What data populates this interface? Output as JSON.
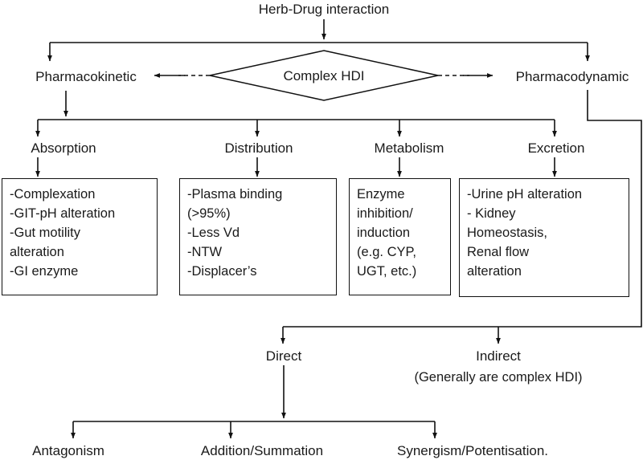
{
  "diagram": {
    "title": "Herb-Drug interaction",
    "decision": {
      "label": "Complex HDI"
    },
    "branches": {
      "left": "Pharmacokinetic",
      "right": "Pharmacodynamic"
    },
    "pk_categories": [
      {
        "label": "Absorption"
      },
      {
        "label": "Distribution"
      },
      {
        "label": "Metabolism"
      },
      {
        "label": "Excretion"
      }
    ],
    "pk_boxes": [
      {
        "name": "absorption-details",
        "text": "-Complexation\n-GIT-pH alteration\n-Gut motility\nalteration\n-GI enzyme"
      },
      {
        "name": "distribution-details",
        "text": "-Plasma binding\n(>95%)\n-Less Vd\n-NTW\n-Displacer’s"
      },
      {
        "name": "metabolism-details",
        "text": "Enzyme\ninhibition/\ninduction\n(e.g. CYP,\nUGT, etc.)"
      },
      {
        "name": "excretion-details",
        "text": "-Urine pH alteration\n- Kidney\n Homeostasis,\n  Renal flow\nalteration"
      }
    ],
    "pd_branches": {
      "direct": "Direct",
      "indirect": "Indirect",
      "indirect_note": "(Generally are complex HDI)"
    },
    "direct_outcomes": [
      {
        "label": "Antagonism"
      },
      {
        "label": "Addition/Summation"
      },
      {
        "label": "Synergism/Potentisation."
      }
    ],
    "colors": {
      "stroke": "#111111",
      "text": "#1a1a1a",
      "background": "#ffffff"
    }
  }
}
